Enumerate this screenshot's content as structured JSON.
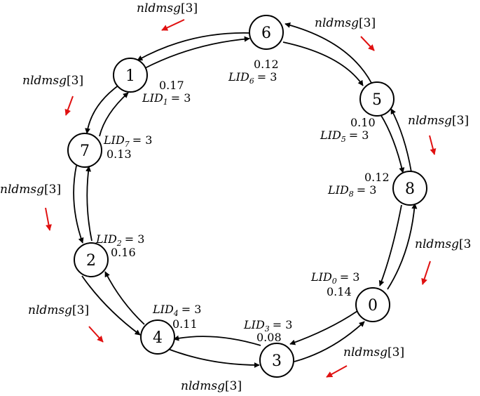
{
  "diagram": {
    "nodes": [
      {
        "id": "6",
        "lid_text": "LID",
        "lid_sub": "6",
        "lid_value": "= 3",
        "weight": "0.12"
      },
      {
        "id": "1",
        "lid_text": "LID",
        "lid_sub": "1",
        "lid_value": "= 3",
        "weight": "0.17"
      },
      {
        "id": "5",
        "lid_text": "LID",
        "lid_sub": "5",
        "lid_value": "= 3",
        "weight": "0.10"
      },
      {
        "id": "7",
        "lid_text": "LID",
        "lid_sub": "7",
        "lid_value": "= 3",
        "weight": "0.13"
      },
      {
        "id": "8",
        "lid_text": "LID",
        "lid_sub": "8",
        "lid_value": "= 3",
        "weight": "0.12"
      },
      {
        "id": "2",
        "lid_text": "LID",
        "lid_sub": "2",
        "lid_value": "= 3",
        "weight": "0.16"
      },
      {
        "id": "0",
        "lid_text": "LID",
        "lid_sub": "0",
        "lid_value": "= 3",
        "weight": "0.14"
      },
      {
        "id": "4",
        "lid_text": "LID",
        "lid_sub": "4",
        "lid_value": "= 3",
        "weight": "0.11"
      },
      {
        "id": "3",
        "lid_text": "LID",
        "lid_sub": "3",
        "lid_value": "= 3",
        "weight": "0.08"
      }
    ],
    "message_label": "nldmsg",
    "message_index": "[3]",
    "message_index_cut": "[3",
    "colors": {
      "arrow": "#e01010",
      "line": "#000000"
    }
  }
}
